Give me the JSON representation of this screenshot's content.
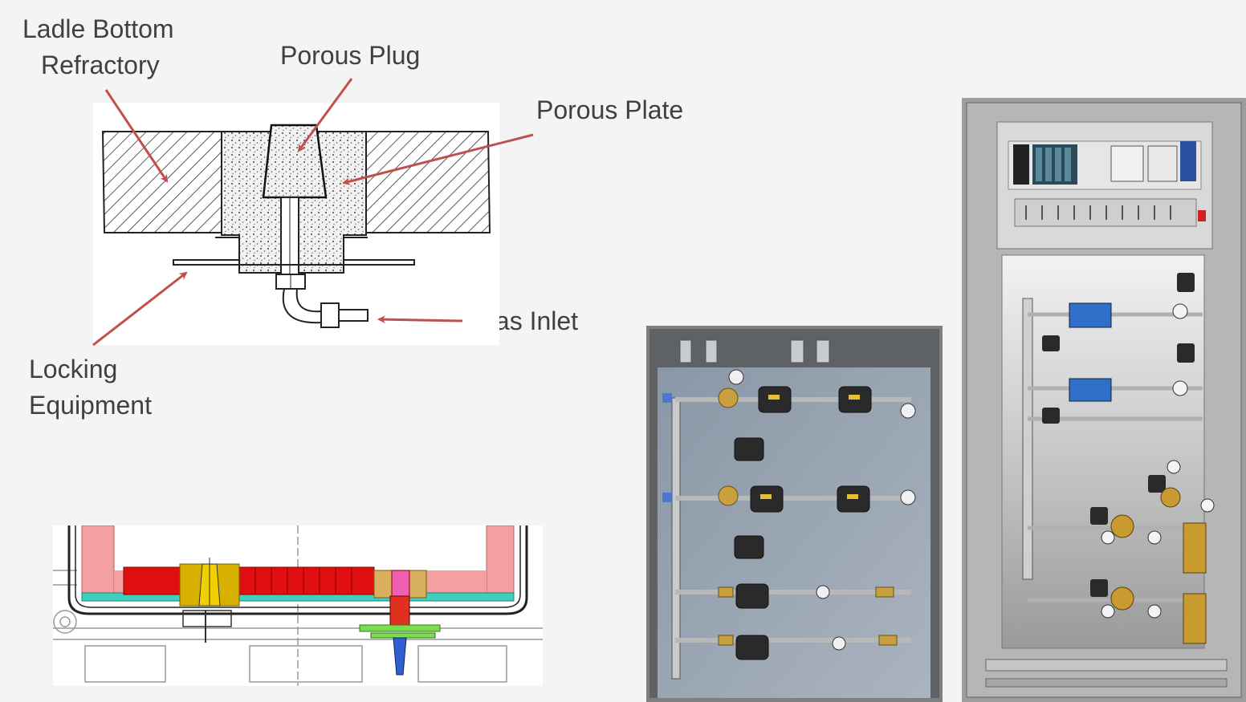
{
  "labels": {
    "ladle_line1": "Ladle Bottom",
    "ladle_line2": "Refractory",
    "porous_plug": "Porous Plug",
    "porous_plate": "Porous Plate",
    "gas_inlet": "Gas Inlet",
    "locking_line1": "Locking",
    "locking_line2": "Equipment"
  },
  "colors": {
    "background": "#f4f4f4",
    "text": "#404040",
    "arrow": "#c0504d",
    "refractory_red": "#e01010",
    "brick_pink": "#f4a0a0",
    "insulation_cyan": "#40d0c0",
    "plug_yellow": "#f0d000"
  }
}
